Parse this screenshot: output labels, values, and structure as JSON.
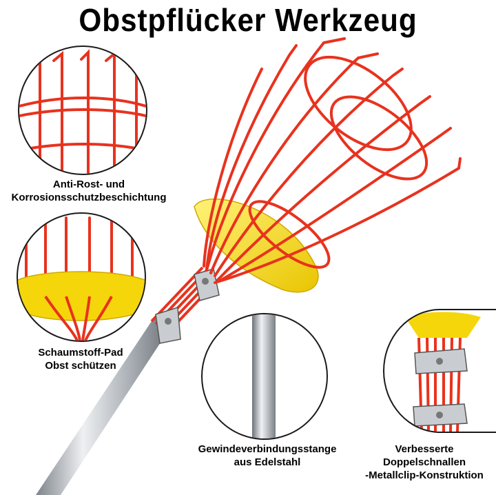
{
  "title": "Obstpflücker Werkzeug",
  "captions": {
    "coating": [
      "Anti-Rost- und",
      "Korrosionsschutzbeschichtung"
    ],
    "foam": [
      "Schaumstoff-Pad",
      "Obst schützen"
    ],
    "pole": [
      "Gewindeverbindungsstange",
      "aus Edelstahl"
    ],
    "clip": [
      "Verbesserte",
      "Doppelschnallen",
      "-Metallclip-Konstruktion"
    ]
  },
  "colors": {
    "wire": "#e8321e",
    "foam": "#f5d60a",
    "pole": "#b9bec3",
    "clip": "#c9cdd1"
  }
}
